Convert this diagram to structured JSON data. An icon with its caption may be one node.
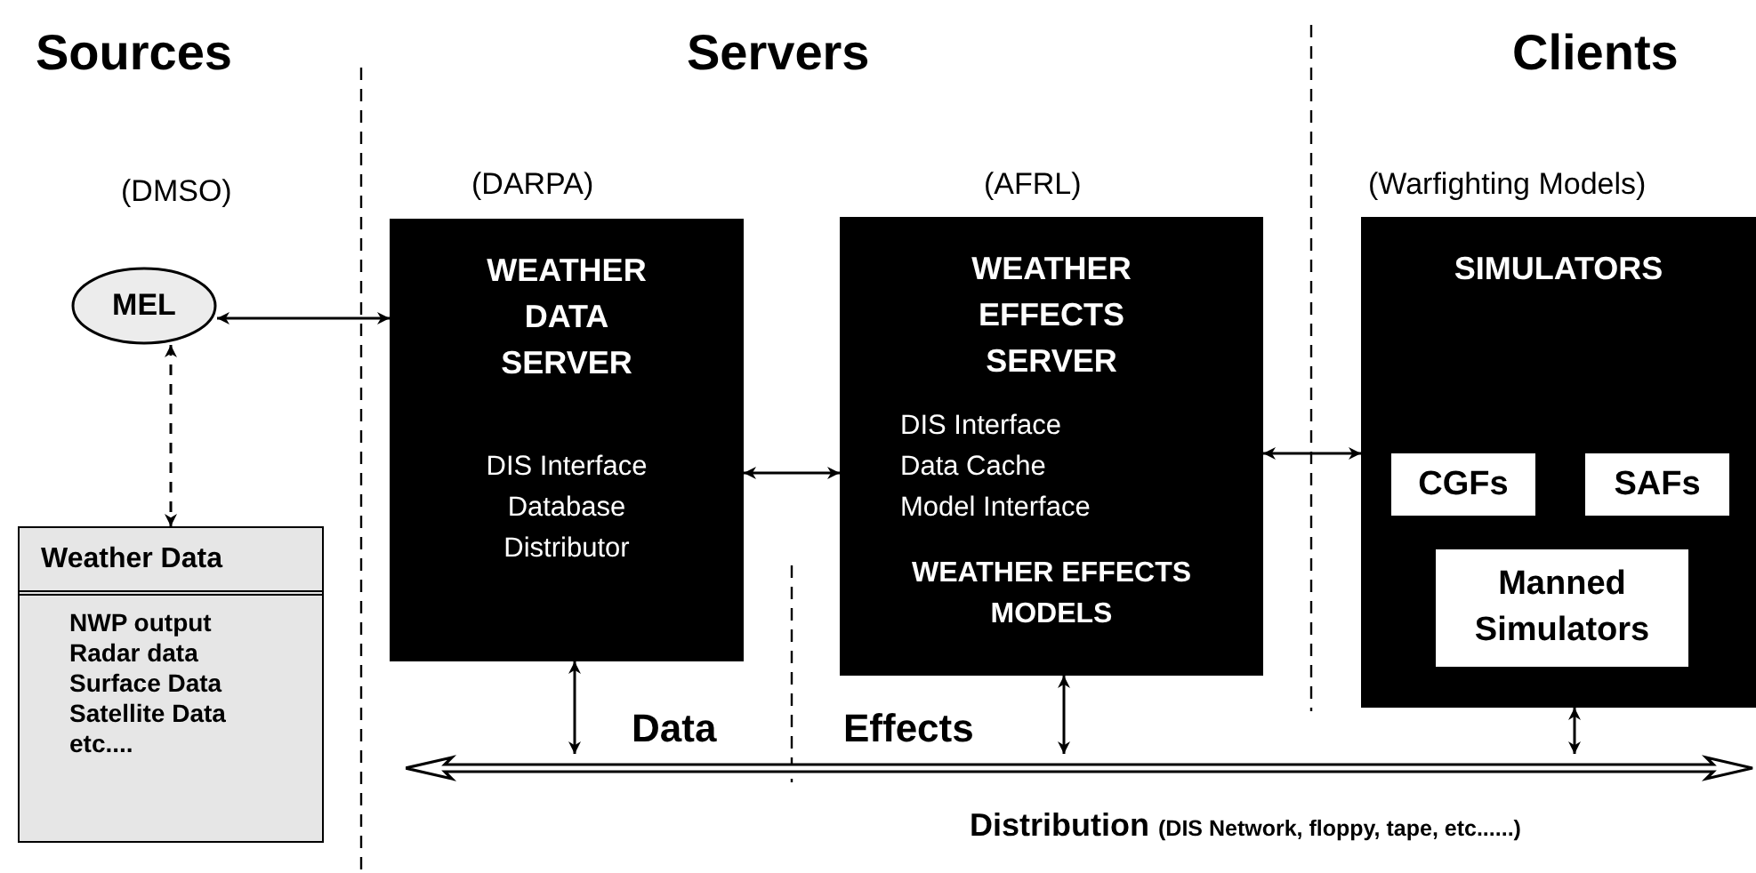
{
  "diagram": {
    "nodes": [
      {
        "text": [
          "MEL"
        ],
        "beside": [
          "(DMSO)"
        ]
      },
      {
        "text": [
          "Weather Data",
          "NWP output",
          "Radar data",
          "Surface Data",
          "Satellite Data",
          "etc...."
        ]
      },
      {
        "text": [
          "WEATHER DATA SERVER",
          "DIS Interface",
          "Database",
          "Distributor"
        ],
        "beside": [
          "(DARPA)"
        ]
      },
      {
        "text": [
          "WEATHER EFFECTS SERVER",
          "DIS Interface",
          "Data Cache",
          "Model Interface",
          "WEATHER EFFECTS MODELS"
        ],
        "beside": [
          "(AFRL)"
        ]
      },
      {
        "text": [
          "SIMULATORS"
        ],
        "beside": [
          "(Warfighting Models)"
        ]
      },
      {
        "text": [
          "CGFs"
        ],
        "in": 4
      },
      {
        "text": [
          "SAFs"
        ],
        "in": 4
      },
      {
        "text": [
          "Manned Simulators"
        ],
        "in": 4
      },
      {
        "text": [
          "Distribution",
          "(DIS Network, floppy, tape, etc......)"
        ]
      }
    ],
    "edges": [
      {
        "from": 0,
        "to": 2,
        "arrow": "both"
      },
      {
        "from": 0,
        "to": 1,
        "arrow": "both",
        "style": "dashed"
      },
      {
        "from": 2,
        "to": 3,
        "arrow": "both"
      },
      {
        "from": 3,
        "to": 4,
        "arrow": "both"
      },
      {
        "from": 2,
        "to": 8,
        "arrow": "both"
      },
      {
        "from": 3,
        "to": 8,
        "arrow": "both"
      },
      {
        "from": 4,
        "to": 8,
        "arrow": "both"
      }
    ],
    "labels": [
      "Sources",
      "Servers",
      "Clients",
      "Data",
      "Effects"
    ]
  }
}
